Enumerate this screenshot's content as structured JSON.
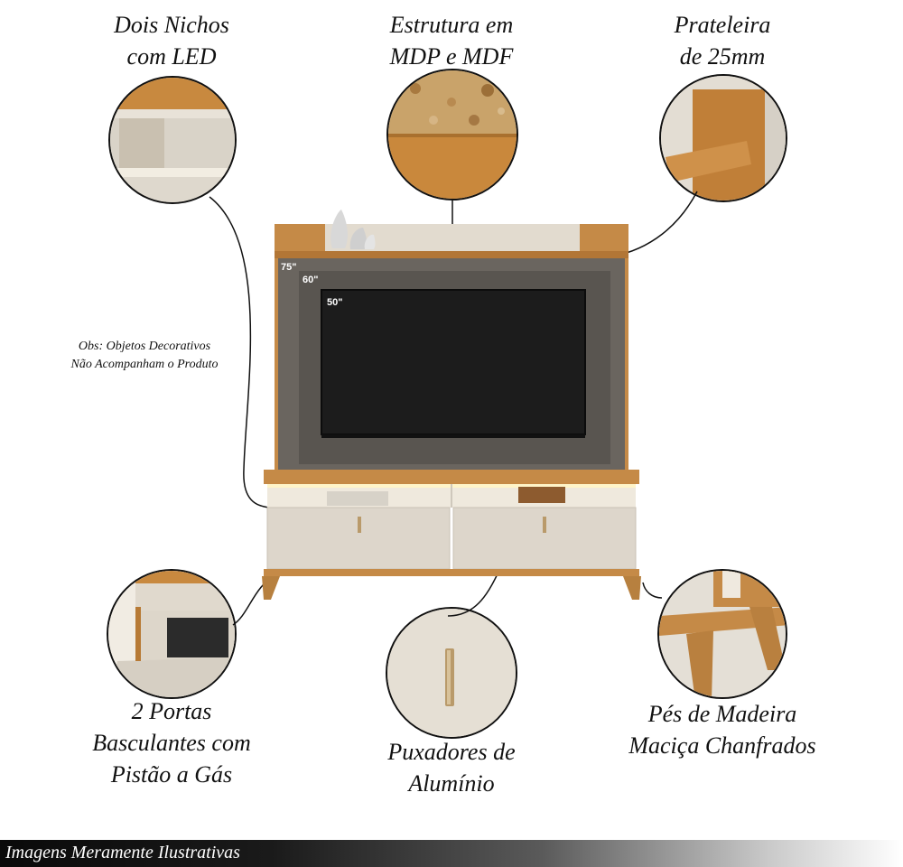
{
  "features": {
    "niches": {
      "lines": [
        "Dois Nichos",
        "com LED"
      ],
      "icon": "led-niche-detail"
    },
    "structure": {
      "lines": [
        "Estrutura em",
        "MDP e MDF"
      ],
      "icon": "mdp-mdf-texture-detail"
    },
    "shelf": {
      "lines": [
        "Prateleira",
        "de 25mm"
      ],
      "icon": "shelf-detail"
    },
    "doors": {
      "lines": [
        "2 Portas",
        "Basculantes com",
        "Pistão a Gás"
      ],
      "icon": "flip-door-detail"
    },
    "handles": {
      "lines": [
        "Puxadores de",
        "Alumínio"
      ],
      "icon": "aluminium-handle-detail"
    },
    "feet": {
      "lines": [
        "Pés de Madeira",
        "Maciça Chanfrados"
      ],
      "icon": "wooden-foot-detail"
    }
  },
  "note": {
    "lines": [
      "Obs: Objetos Decorativos",
      "Não Acompanham o Produto"
    ]
  },
  "tv_sizes": {
    "large": "75\"",
    "medium": "60\"",
    "small": "50\""
  },
  "footer": {
    "text": "Imagens Meramente Ilustrativas"
  },
  "colors": {
    "wood": "#c58a47",
    "off_white": "#ddd6cb",
    "dark_panel": "#5f5a54",
    "screen": "#1d1d1d"
  }
}
